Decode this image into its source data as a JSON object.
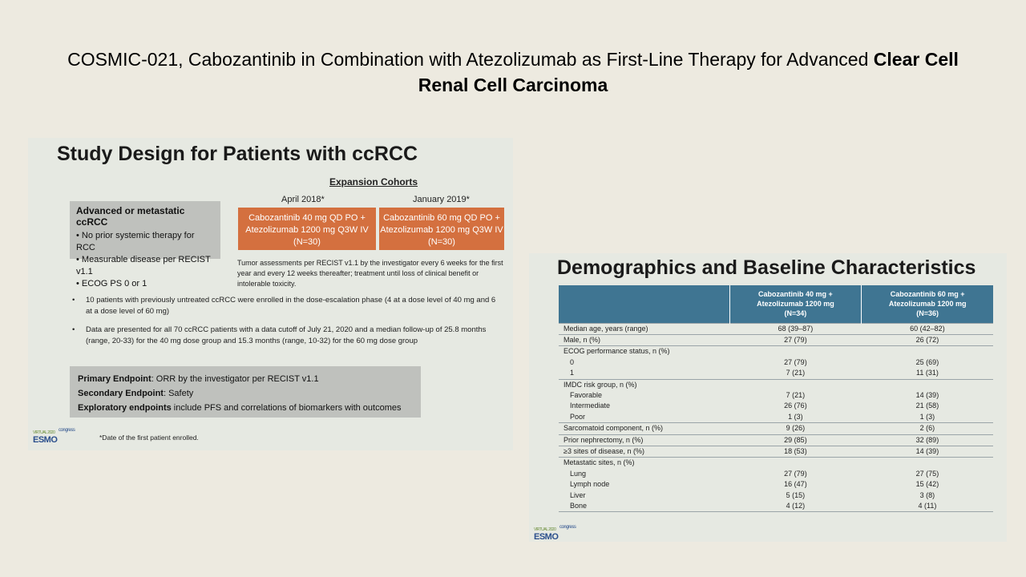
{
  "slide": {
    "title_plain": "COSMIC-021, Cabozantinib in Combination with Atezolizumab as First-Line Therapy for Advanced ",
    "title_bold": "Clear Cell Renal Cell Carcinoma"
  },
  "study_design": {
    "title": "Study Design for Patients with ccRCC",
    "expansion_heading": "Expansion Cohorts",
    "criteria": {
      "title": "Advanced or metastatic ccRCC",
      "items": [
        "No prior systemic therapy for RCC",
        "Measurable disease per RECIST v1.1",
        "ECOG PS 0 or 1"
      ]
    },
    "cohorts": [
      {
        "date": "April 2018*",
        "line1": "Cabozantinib 40 mg QD PO +",
        "line2": "Atezolizumab 1200 mg Q3W IV",
        "line3": "(N=30)"
      },
      {
        "date": "January 2019*",
        "line1": "Cabozantinib 60 mg QD PO +",
        "line2": "Atezolizumab 1200 mg Q3W IV",
        "line3": "(N=30)"
      }
    ],
    "tumor_note": "Tumor assessments per RECIST v1.1 by the investigator every 6 weeks for the first year and every 12 weeks thereafter; treatment until loss of clinical benefit or intolerable toxicity.",
    "bullets": [
      "10 patients with previously untreated ccRCC were enrolled in the dose-escalation phase (4 at a dose level of 40 mg and 6 at a dose level of 60 mg)",
      "Data are presented for all 70 ccRCC patients with a data cutoff of July 21, 2020 and a median follow-up of 25.8 months (range, 20-33) for the 40 mg dose group and 15.3 months (range, 10-32) for the 60 mg dose group"
    ],
    "endpoints": [
      {
        "label": "Primary Endpoint",
        "text": ": ORR by the investigator per RECIST v1.1"
      },
      {
        "label": "Secondary Endpoint",
        "text": ": Safety"
      },
      {
        "label": "Exploratory endpoints",
        "text": " include PFS and correlations of biomarkers with outcomes"
      }
    ],
    "footnote": "*Date of the first patient enrolled."
  },
  "logo": {
    "small": "VIRTUAL 2020",
    "main": "ESMO",
    "sub": "congress"
  },
  "demographics": {
    "title": "Demographics and Baseline Characteristics",
    "columns": [
      {
        "line1": "Cabozantinib 40 mg +",
        "line2": "Atezolizumab 1200 mg",
        "line3": "(N=34)"
      },
      {
        "line1": "Cabozantinib 60 mg +",
        "line2": "Atezolizumab 1200 mg",
        "line3": "(N=36)"
      }
    ],
    "rows": [
      {
        "label": "Median age, years (range)",
        "a": "68 (39–87)",
        "b": "60 (42–82)",
        "sep": true,
        "sub": false
      },
      {
        "label": "Male, n (%)",
        "a": "27 (79)",
        "b": "26 (72)",
        "sep": true,
        "sub": false
      },
      {
        "label": "ECOG performance status, n (%)",
        "a": "",
        "b": "",
        "sep": true,
        "sub": false
      },
      {
        "label": "0",
        "a": "27 (79)",
        "b": "25 (69)",
        "sep": false,
        "sub": true
      },
      {
        "label": "1",
        "a": "7 (21)",
        "b": "11 (31)",
        "sep": false,
        "sub": true
      },
      {
        "label": "IMDC risk group, n (%)",
        "a": "",
        "b": "",
        "sep": true,
        "sub": false
      },
      {
        "label": "Favorable",
        "a": "7 (21)",
        "b": "14 (39)",
        "sep": false,
        "sub": true
      },
      {
        "label": "Intermediate",
        "a": "26 (76)",
        "b": "21 (58)",
        "sep": false,
        "sub": true
      },
      {
        "label": "Poor",
        "a": "1 (3)",
        "b": "1 (3)",
        "sep": false,
        "sub": true
      },
      {
        "label": "Sarcomatoid component, n (%)",
        "a": "9 (26)",
        "b": "2 (6)",
        "sep": true,
        "sub": false
      },
      {
        "label": "Prior nephrectomy, n (%)",
        "a": "29 (85)",
        "b": "32 (89)",
        "sep": true,
        "sub": false
      },
      {
        "label": "≥3 sites of disease, n (%)",
        "a": "18 (53)",
        "b": "14 (39)",
        "sep": true,
        "sub": false
      },
      {
        "label": "Metastatic sites, n (%)",
        "a": "",
        "b": "",
        "sep": true,
        "sub": false
      },
      {
        "label": "Lung",
        "a": "27 (79)",
        "b": "27 (75)",
        "sep": false,
        "sub": true
      },
      {
        "label": "Lymph node",
        "a": "16 (47)",
        "b": "15 (42)",
        "sep": false,
        "sub": true
      },
      {
        "label": "Liver",
        "a": "5 (15)",
        "b": "3 (8)",
        "sep": false,
        "sub": true
      },
      {
        "label": "Bone",
        "a": "4 (12)",
        "b": "4 (11)",
        "sep": false,
        "sub": true
      }
    ]
  },
  "colors": {
    "background": "#edeae0",
    "panel": "#e6e9e2",
    "cohort_orange": "#d4703f",
    "table_header": "#3f7592",
    "gray_box": "#bfc1bd"
  }
}
